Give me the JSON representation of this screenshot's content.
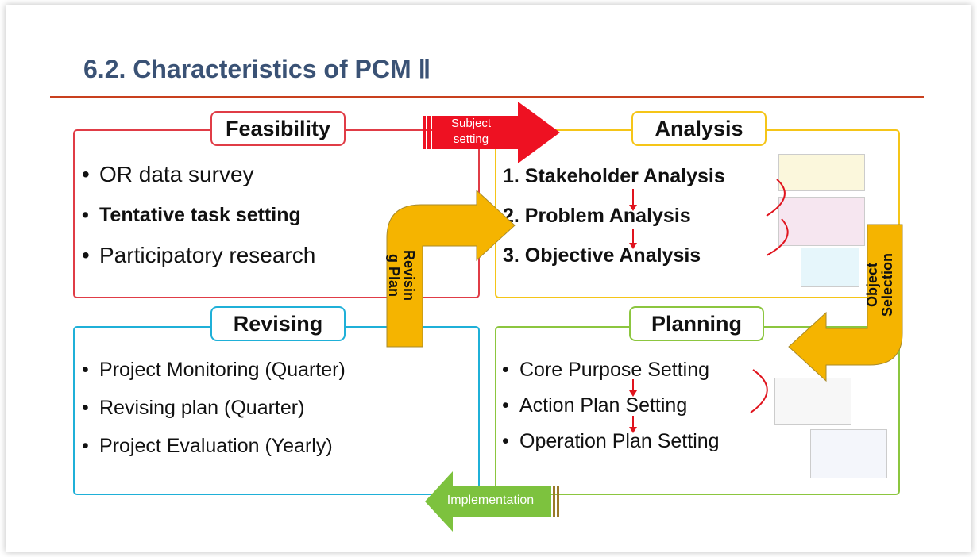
{
  "title": "6.2. Characteristics of PCM Ⅱ",
  "feasibility": {
    "label": "Feasibility",
    "items": [
      "OR data survey",
      "Tentative task setting",
      "Participatory research"
    ]
  },
  "analysis": {
    "label": "Analysis",
    "items": [
      "1. Stakeholder Analysis",
      "2. Problem Analysis",
      "3. Objective Analysis"
    ]
  },
  "revising": {
    "label": "Revising",
    "items": [
      "Project Monitoring (Quarter)",
      "Revising plan (Quarter)",
      "Project Evaluation (Yearly)"
    ]
  },
  "planning": {
    "label": "Planning",
    "items": [
      "Core Purpose Setting",
      "Action Plan Setting",
      "Operation Plan Setting"
    ]
  },
  "arrows": {
    "subject_setting_1": "Subject",
    "subject_setting_2": "setting",
    "implementation": "Implementation",
    "revising_plan_1": "Revisin",
    "revising_plan_2": "g Plan",
    "object_selection_1": "Object",
    "object_selection_2": "Selection"
  },
  "colors": {
    "title": "#3a5275",
    "rule": "#c9401e",
    "feasibility": "#e03c46",
    "analysis": "#f5c518",
    "revising": "#1fb0d8",
    "planning": "#8cc63f",
    "subject_arrow": "#ee1122",
    "implementation_arrow": "#7dc23e",
    "flow_arrow": "#f5b400"
  }
}
